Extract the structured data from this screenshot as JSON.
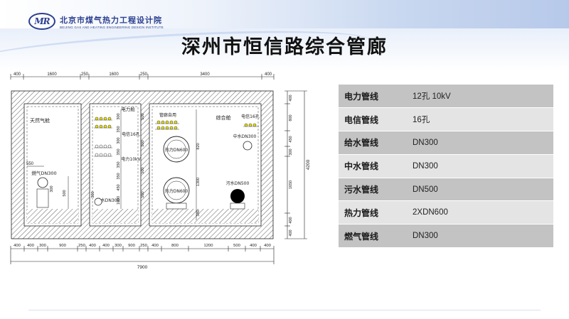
{
  "header": {
    "logo_mark": "MR",
    "org_name_cn": "北京市煤气热力工程设计院",
    "org_name_en": "BEIJING GAS AND HEATING ENGINEERING DESIGN INSTITUTE"
  },
  "page_title": "深州市恒信路综合管廊",
  "diagram": {
    "top_dims": [
      "400",
      "1600",
      "250",
      "1600",
      "250",
      "3400",
      "400"
    ],
    "bottom_dims": [
      "400",
      "400",
      "300",
      "900",
      "250",
      "400",
      "400",
      "300",
      "900",
      "250",
      "400",
      "800",
      "1200",
      "500",
      "400",
      "400"
    ],
    "total_width": "7900",
    "right_dims": [
      "400",
      "800",
      "450",
      "300",
      "1650",
      "400",
      "400"
    ],
    "total_height": "4200",
    "gas_cabin": "天然气舱",
    "gas_dim_550": "550",
    "gas_pipe": "燃气DN300",
    "gas_dim_300": "300",
    "gas_dim_500": "500",
    "power_cabin": "电力舱",
    "telecom_16": "电信16孔",
    "power_10kv": "电力10kV",
    "water_supply": "给水DN300",
    "left_mid_dims": [
      "300",
      "350",
      "300",
      "350",
      "350",
      "350",
      "450",
      "1000",
      "300"
    ],
    "mid_right_dims": [
      "500",
      "500",
      "500",
      "500"
    ],
    "self_use": "管廊自用",
    "heat_upper": "热力DN600",
    "heat_lower": "热力DN600",
    "mid_vert_dims": [
      "820",
      "1300",
      "380"
    ],
    "combo_cabin": "综合舱",
    "telecom_right": "电信16孔",
    "reclaimed": "中水DN300",
    "sewage": "污水DN500"
  },
  "specs": [
    {
      "name": "电力管线",
      "value": "12孔 10kV"
    },
    {
      "name": "电信管线",
      "value": "16孔"
    },
    {
      "name": "给水管线",
      "value": "DN300"
    },
    {
      "name": "中水管线",
      "value": "DN300"
    },
    {
      "name": "污水管线",
      "value": "DN500"
    },
    {
      "name": "热力管线",
      "value": "2XDN600"
    },
    {
      "name": "燃气管线",
      "value": "DN300"
    }
  ],
  "colors": {
    "brand_blue": "#2b3f8f",
    "table_dark": "#c3c3c3",
    "table_light": "#e4e4e4",
    "hatch": "#555555",
    "tray_yellow": "#e8e000"
  }
}
